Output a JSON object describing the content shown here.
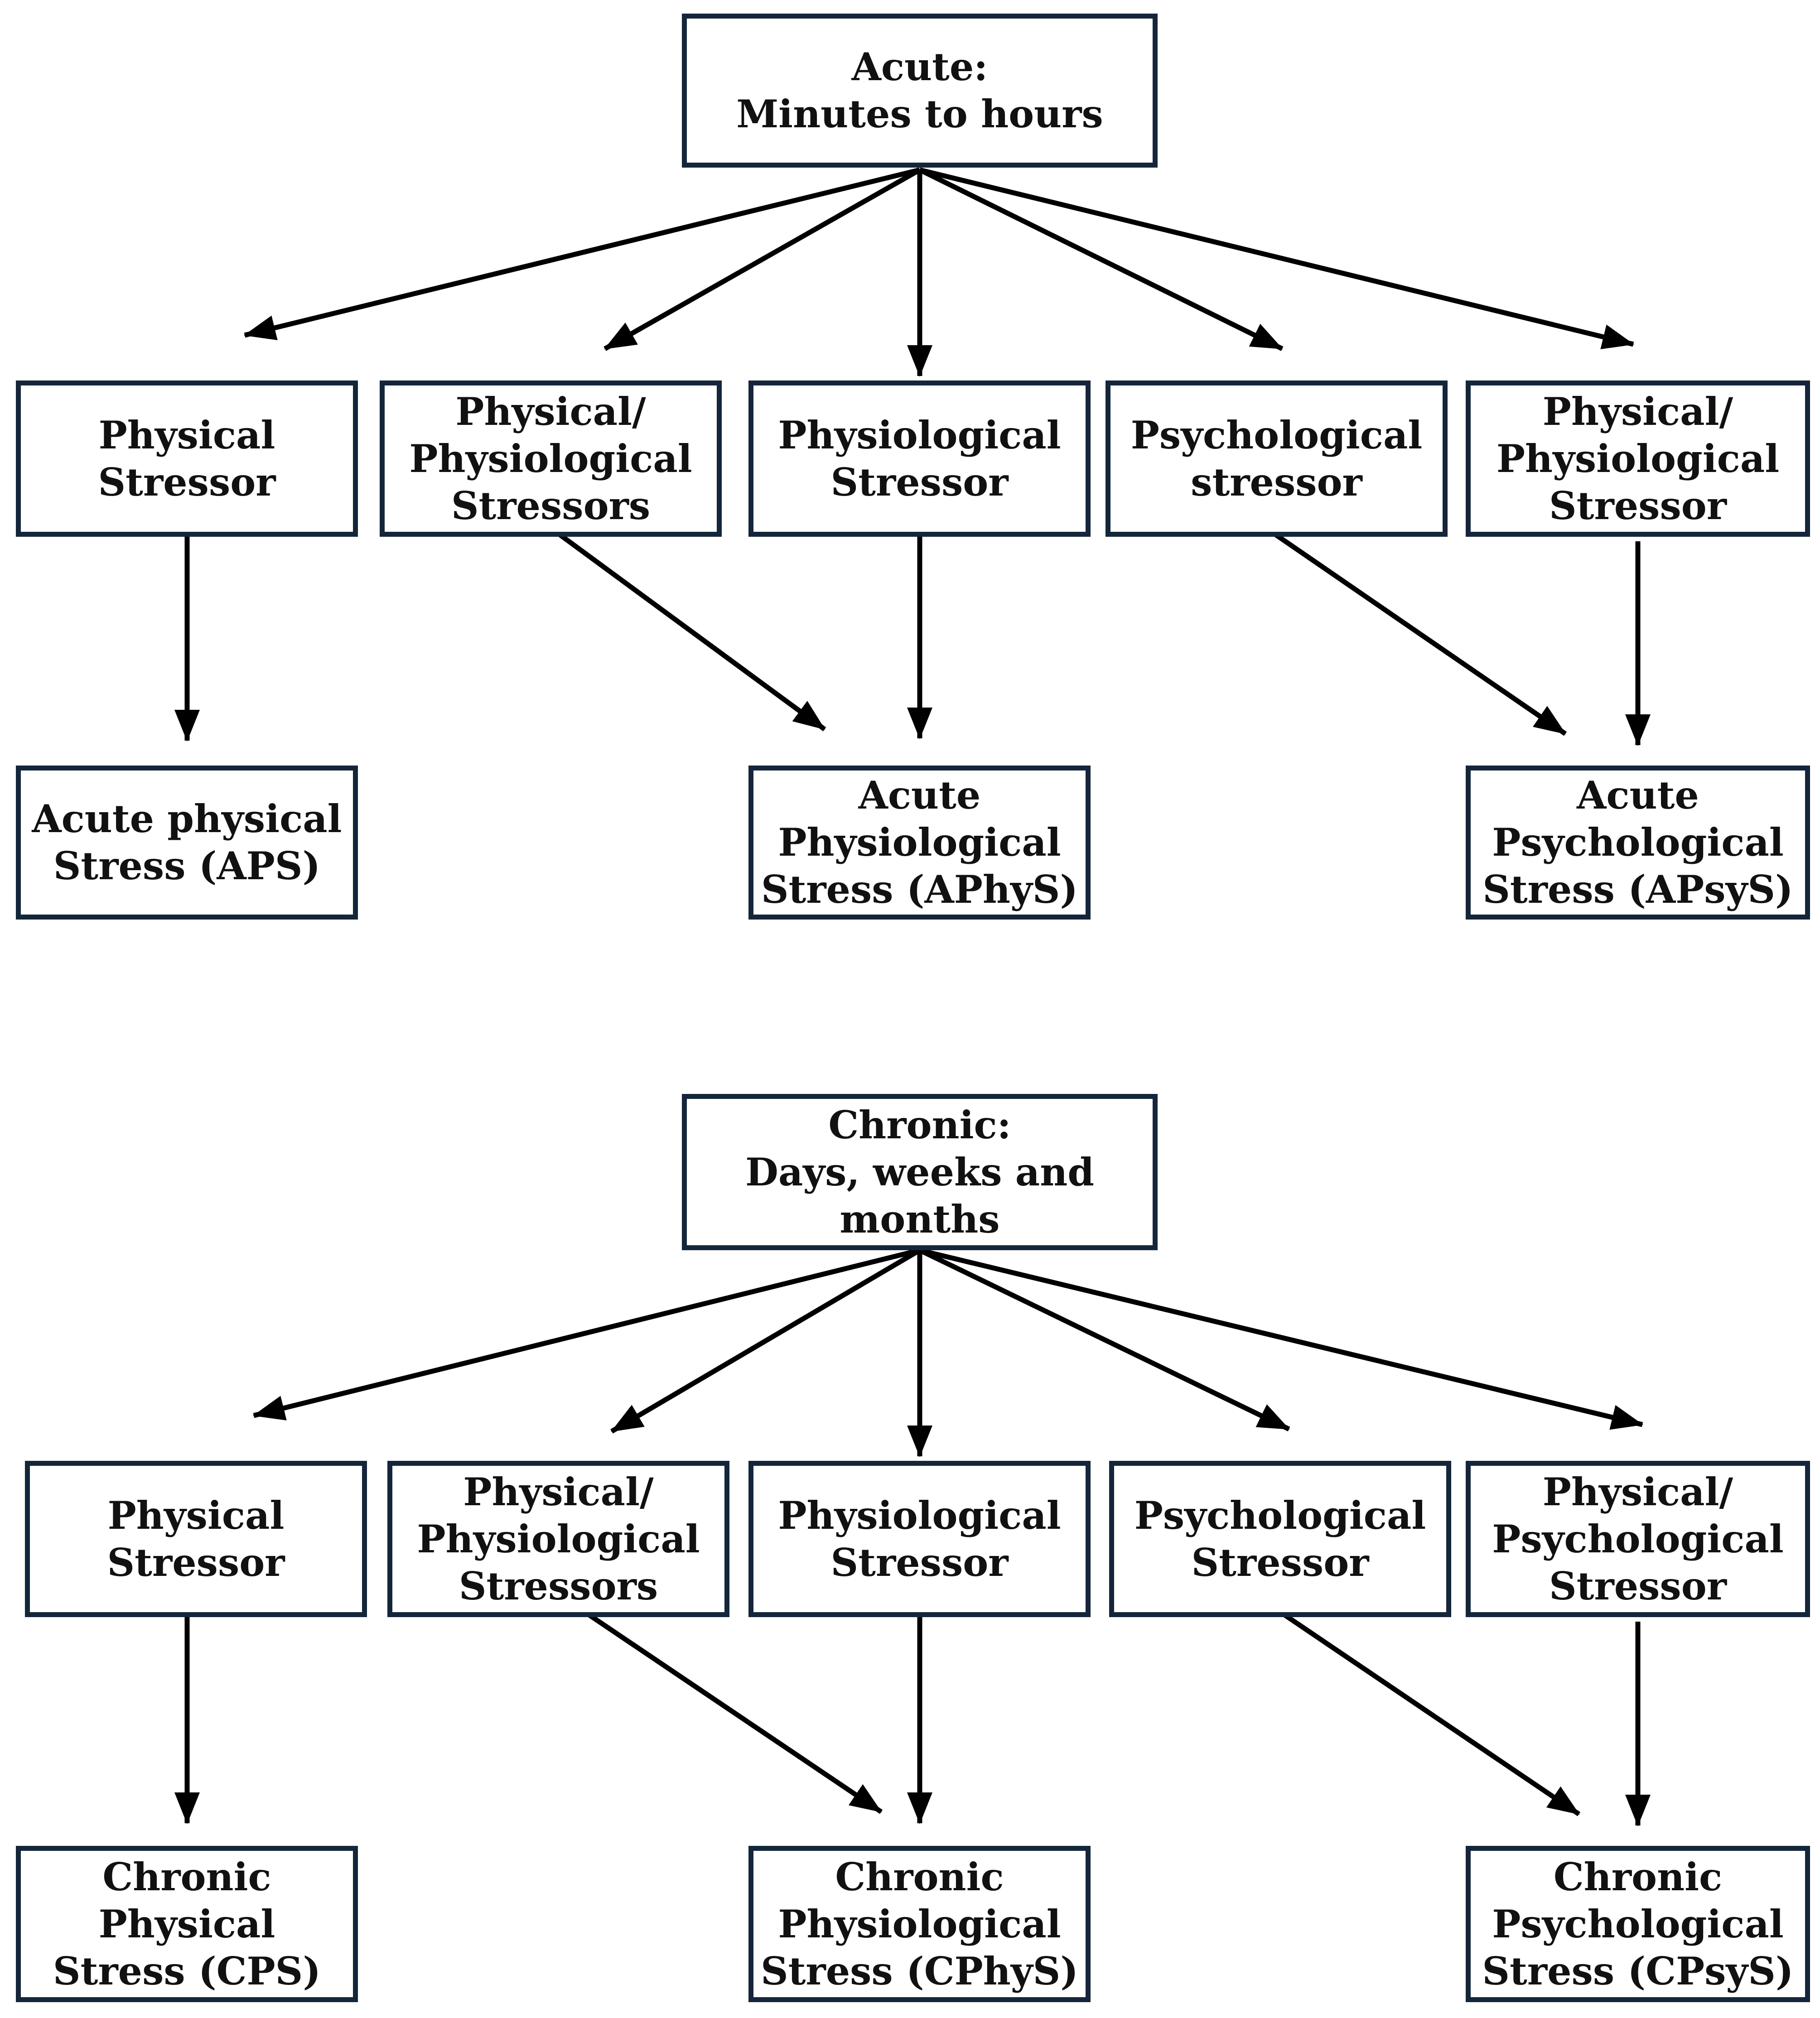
{
  "acute": {
    "root": {
      "line1": "Acute:",
      "line2": "Minutes to hours"
    },
    "stressors": [
      {
        "lines": [
          "Physical",
          "Stressor"
        ]
      },
      {
        "lines": [
          "Physical/",
          "Physiological",
          "Stressors"
        ]
      },
      {
        "lines": [
          "Physiological",
          "Stressor"
        ]
      },
      {
        "lines": [
          "Psychological",
          "stressor"
        ]
      },
      {
        "lines": [
          "Physical/",
          "Physiological",
          "Stressor"
        ]
      }
    ],
    "outcomes": [
      {
        "lines": [
          "Acute physical",
          "Stress (APS)"
        ]
      },
      {
        "lines": [
          "Acute",
          "Physiological",
          "Stress (APhyS)"
        ]
      },
      {
        "lines": [
          "Acute",
          "Psychological",
          "Stress (APsyS)"
        ]
      }
    ]
  },
  "chronic": {
    "root": {
      "line1": "Chronic:",
      "line2": "Days, weeks and",
      "line3": "months"
    },
    "stressors": [
      {
        "lines": [
          "Physical",
          "Stressor"
        ]
      },
      {
        "lines": [
          "Physical/",
          "Physiological",
          "Stressors"
        ]
      },
      {
        "lines": [
          "Physiological",
          "Stressor"
        ]
      },
      {
        "lines": [
          "Psychological",
          "Stressor"
        ]
      },
      {
        "lines": [
          "Physical/",
          "Psychological",
          "Stressor"
        ]
      }
    ],
    "outcomes": [
      {
        "lines": [
          "Chronic",
          "Physical",
          "Stress (CPS)"
        ]
      },
      {
        "lines": [
          "Chronic",
          "Physiological",
          "Stress (CPhyS)"
        ]
      },
      {
        "lines": [
          "Chronic",
          "Psychological",
          "Stress (CPsyS)"
        ]
      }
    ]
  },
  "colors": {
    "box_border": "#14263a",
    "arrow": "#000000",
    "text": "#111111"
  }
}
